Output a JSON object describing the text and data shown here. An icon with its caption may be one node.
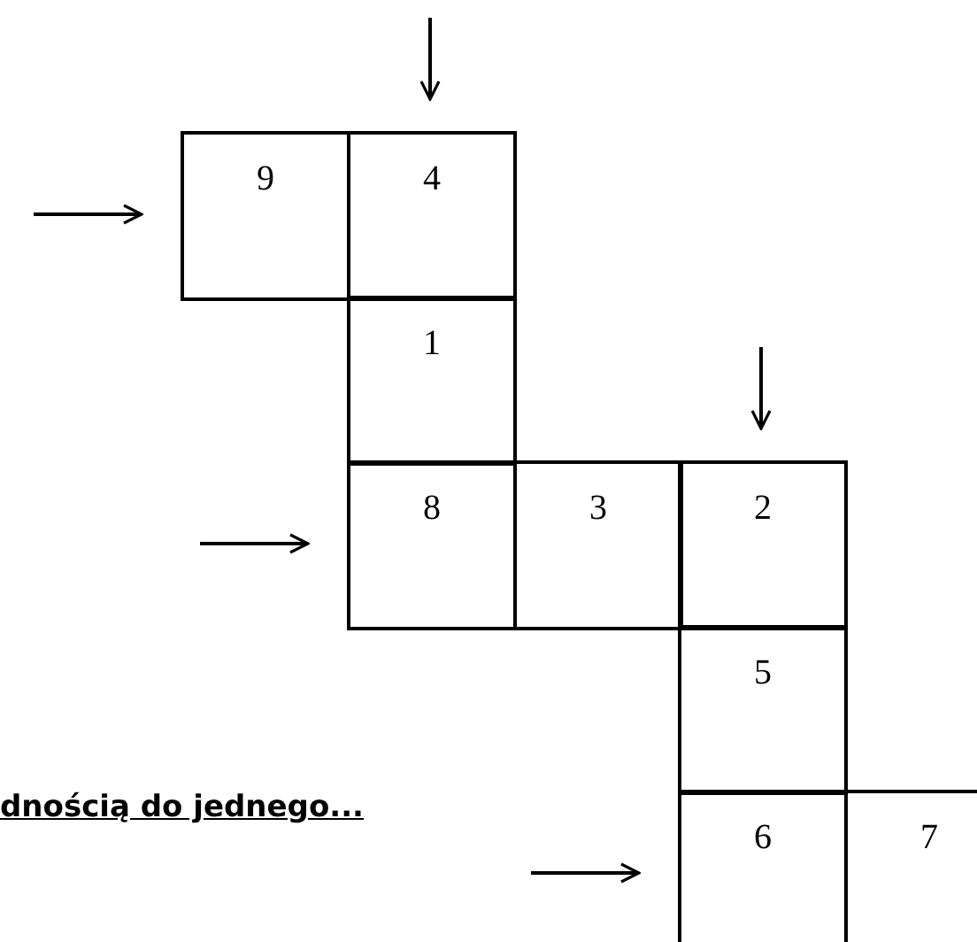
{
  "diagram": {
    "nodes": [
      {
        "text": [
          "9"
        ]
      },
      {
        "text": [
          "4"
        ]
      },
      {
        "text": [
          "1"
        ]
      },
      {
        "text": [
          "8"
        ]
      },
      {
        "text": [
          "3"
        ]
      },
      {
        "text": [
          "2"
        ]
      },
      {
        "text": [
          "5"
        ]
      },
      {
        "text": [
          "6"
        ]
      },
      {
        "text": [
          "7"
        ]
      }
    ],
    "edges": [
      {
        "from": null,
        "to": 1,
        "arrow": "to"
      },
      {
        "from": null,
        "to": 0,
        "arrow": "to"
      },
      {
        "from": null,
        "to": 5,
        "arrow": "to"
      },
      {
        "from": null,
        "to": 3,
        "arrow": "to"
      },
      {
        "from": null,
        "to": 7,
        "arrow": "to"
      }
    ],
    "labels": [
      "dnością do jednego..."
    ]
  }
}
